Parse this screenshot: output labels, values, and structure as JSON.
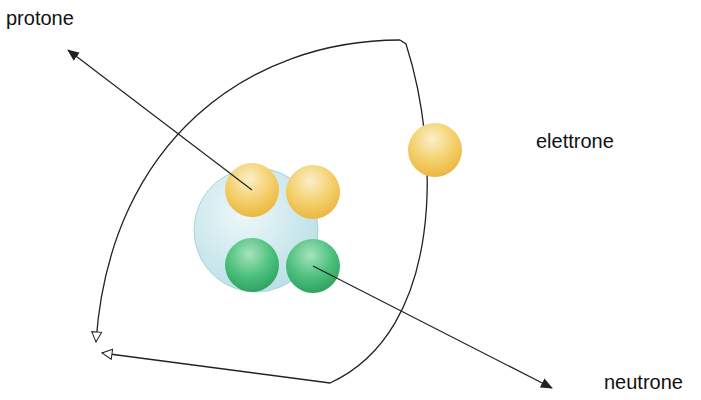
{
  "diagram": {
    "labels": [
      "protone",
      "elettrone",
      "neutrone"
    ]
  }
}
